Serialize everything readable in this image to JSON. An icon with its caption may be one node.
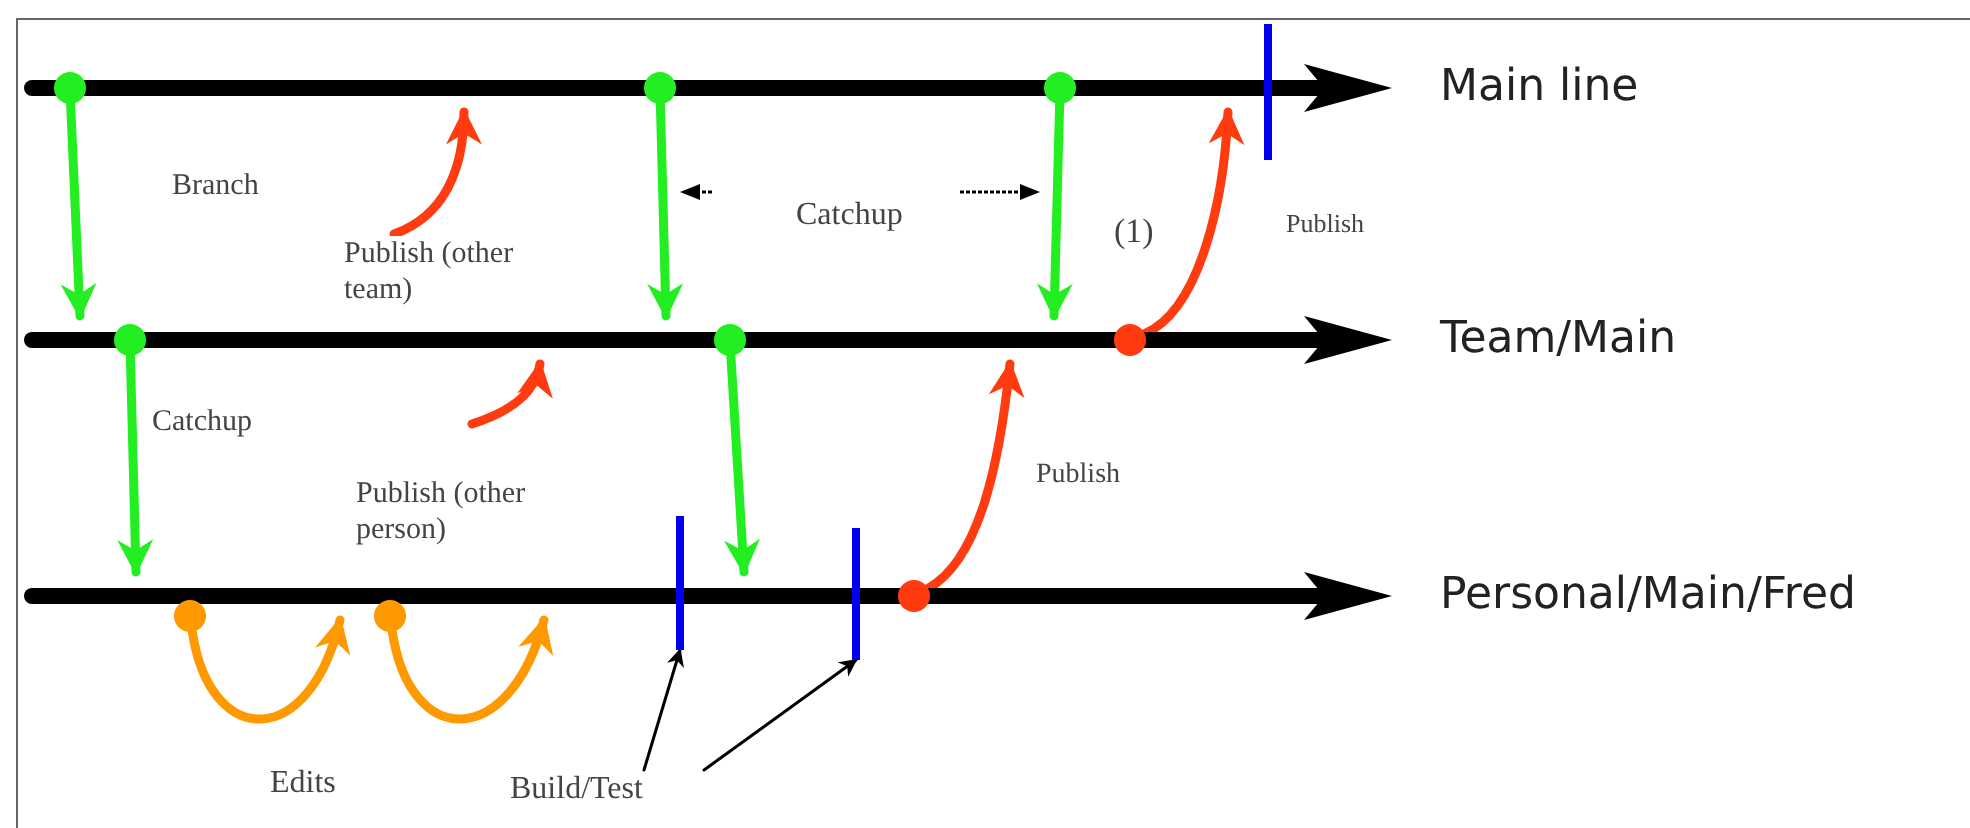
{
  "diagram": {
    "nodes": [
      {
        "text": [
          "Main line"
        ]
      },
      {
        "text": [
          "Team/Main"
        ]
      },
      {
        "text": [
          "Personal/Main/Fred"
        ]
      },
      {
        "text": [],
        "shape": "circle",
        "in": 0
      },
      {
        "text": [],
        "shape": "circle",
        "in": 0
      },
      {
        "text": [],
        "shape": "circle",
        "in": 0
      },
      {
        "text": [],
        "shape": "bar"
      },
      {
        "text": [],
        "shape": "circle",
        "in": 1
      },
      {
        "text": [],
        "shape": "circle",
        "in": 1
      },
      {
        "text": [],
        "shape": "circle",
        "in": 1
      },
      {
        "text": [],
        "shape": "circle"
      },
      {
        "text": [],
        "shape": "circle"
      },
      {
        "text": [],
        "shape": "bar"
      },
      {
        "text": [],
        "shape": "bar"
      },
      {
        "text": [],
        "shape": "circle",
        "in": 2
      },
      {
        "text": [
          "Build/Test"
        ]
      }
    ],
    "edges": [
      {
        "from": 3,
        "to": 1,
        "arrow": "to",
        "label": "Branch",
        "color": "#22ee22"
      },
      {
        "from": 4,
        "to": 1,
        "arrow": "to",
        "color": "#22ee22"
      },
      {
        "from": 5,
        "to": 1,
        "arrow": "to",
        "color": "#22ee22"
      },
      {
        "from": null,
        "to": 0,
        "arrow": "to",
        "label": "Publish (other team)",
        "color": "#ff3b0f"
      },
      {
        "from": 9,
        "to": 0,
        "arrow": "to",
        "label": "Publish",
        "color": "#ff3b0f"
      },
      {
        "from": 7,
        "to": 2,
        "arrow": "to",
        "label": "Catchup",
        "color": "#22ee22"
      },
      {
        "from": 8,
        "to": 2,
        "arrow": "to",
        "color": "#22ee22"
      },
      {
        "from": null,
        "to": 1,
        "arrow": "to",
        "label": "Publish (other person)",
        "color": "#ff3b0f"
      },
      {
        "from": 10,
        "to": 2,
        "arrow": "to",
        "color": "#ff9900"
      },
      {
        "from": 11,
        "to": 2,
        "arrow": "to",
        "color": "#ff9900"
      },
      {
        "from": 14,
        "to": 1,
        "arrow": "to",
        "label": "Publish",
        "color": "#ff3b0f"
      },
      {
        "from": 15,
        "to": 12,
        "arrow": "to",
        "color": "#000000"
      },
      {
        "from": 15,
        "to": 13,
        "arrow": "to",
        "color": "#000000"
      }
    ],
    "labels": [
      "Catchup",
      "(1)",
      "Edits"
    ]
  }
}
